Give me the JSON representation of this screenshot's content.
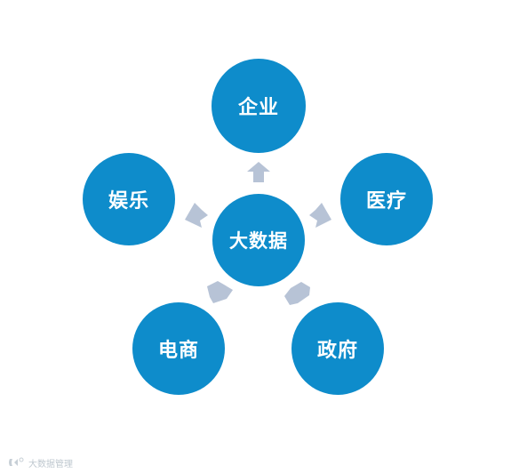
{
  "colors": {
    "node_fill": "#0e8ccb",
    "arrow_fill": "#b7c3d6",
    "background": "#ffffff"
  },
  "center": {
    "label": "大数据"
  },
  "nodes": {
    "top": {
      "label": "企业"
    },
    "right": {
      "label": "医疗"
    },
    "left": {
      "label": "娱乐"
    },
    "bottom_left": {
      "label": "电商"
    },
    "bottom_right": {
      "label": "政府"
    }
  },
  "watermark": {
    "text": "大数据管理"
  }
}
